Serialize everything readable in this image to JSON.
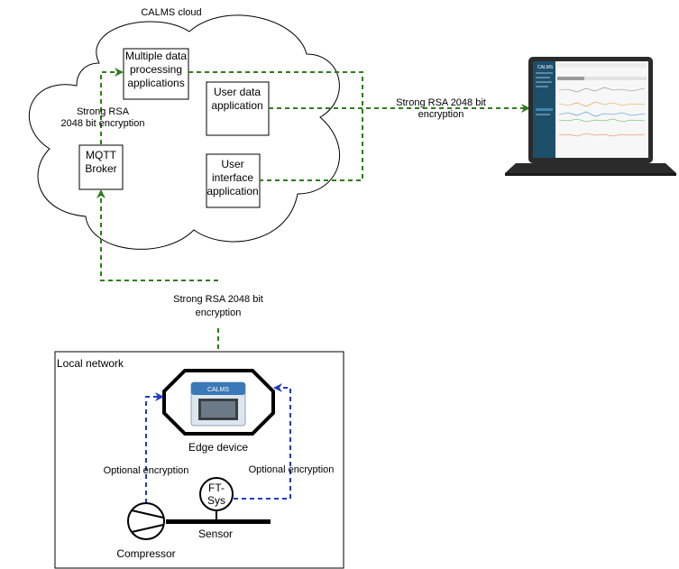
{
  "cloud": {
    "title": "CALMS cloud"
  },
  "nodes": {
    "processing": [
      "Multiple data",
      "processing",
      "applications"
    ],
    "user_data": [
      "User data",
      "application"
    ],
    "ui_app": [
      "User",
      "interface",
      "application"
    ],
    "mqtt": [
      "MQTT",
      "Broker"
    ],
    "edge": "Edge device",
    "edge_logo": "CALMS",
    "sensor_symbol": [
      "FT-",
      "Sys"
    ],
    "sensor": "Sensor",
    "compressor": "Compressor"
  },
  "local_network": {
    "title": "Local network"
  },
  "edges": {
    "cloud_internal": [
      "Strong RSA",
      "2048 bit encryption"
    ],
    "to_laptop": [
      "Strong RSA 2048 bit",
      "encryption"
    ],
    "edge_to_mqtt": [
      "Strong RSA 2048 bit",
      "encryption"
    ],
    "compressor_to_edge": "Optional encryption",
    "sensor_to_edge": "Optional encryption"
  },
  "laptop": {
    "app_name": "CALMS"
  },
  "colors": {
    "secure_link": "#2e7d1a",
    "optional_link": "#1f3bbf",
    "laptop_body": "#2b2b2b",
    "dashboard_sidebar": "#1d4f6b"
  }
}
